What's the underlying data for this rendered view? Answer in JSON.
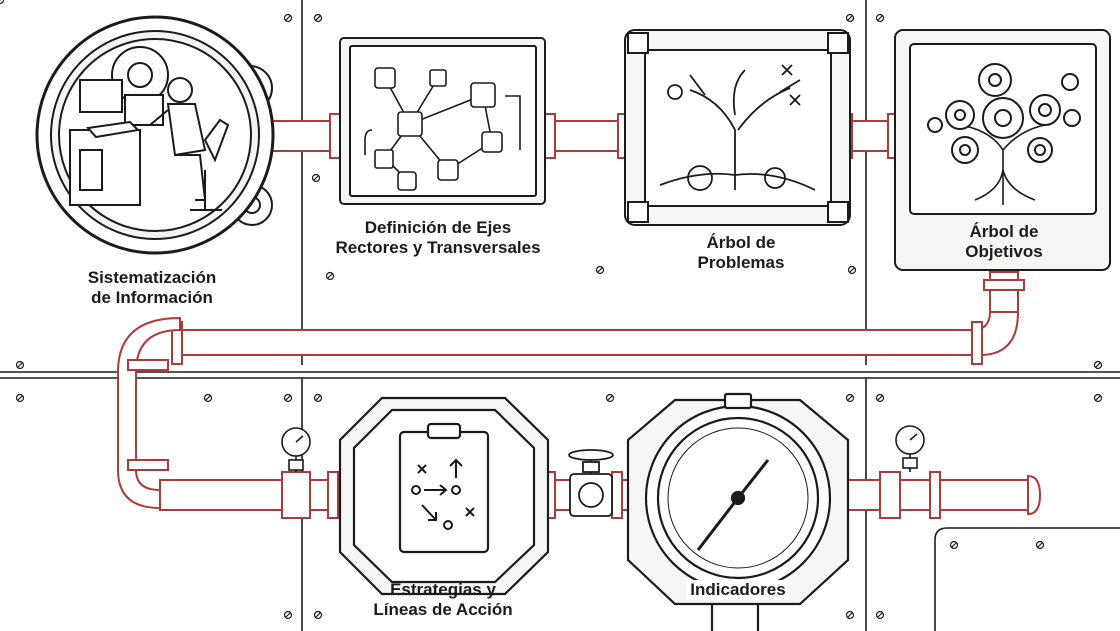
{
  "colors": {
    "ink": "#1b1b1b",
    "pipe": "#b03a3a",
    "panel": "#f6f6f6",
    "paper": "#ffffff"
  },
  "stages": [
    {
      "id": "sistematizacion",
      "lines": [
        "Sistematización",
        "de Información"
      ],
      "icon": "gear-operator-icon"
    },
    {
      "id": "ejes",
      "lines": [
        "Definición de Ejes",
        "Rectores y Transversales"
      ],
      "icon": "network-diagram-icon"
    },
    {
      "id": "problemas",
      "lines": [
        "Árbol de",
        "Problemas"
      ],
      "icon": "dead-tree-icon"
    },
    {
      "id": "objetivos",
      "lines": [
        "Árbol de",
        "Objetivos"
      ],
      "icon": "gear-tree-icon"
    },
    {
      "id": "estrategias",
      "lines": [
        "Estrategias y",
        "Líneas de Acción"
      ],
      "icon": "clipboard-strategy-icon"
    },
    {
      "id": "indicadores",
      "lines": [
        "Indicadores"
      ],
      "icon": "pressure-gauge-icon"
    }
  ]
}
